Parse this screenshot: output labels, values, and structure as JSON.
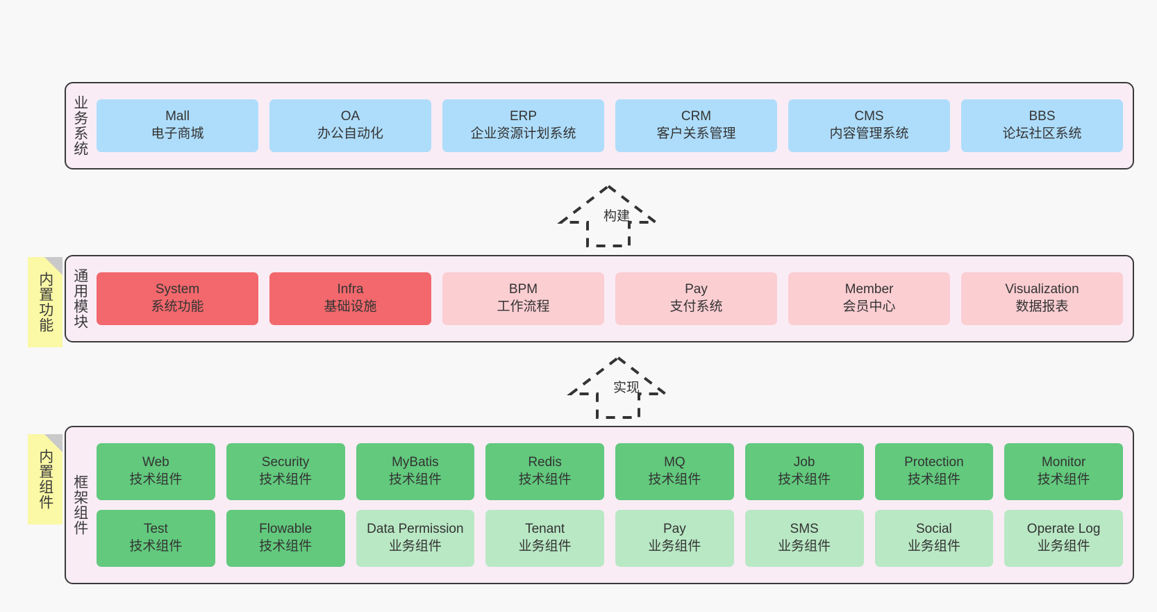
{
  "diagram": {
    "background_color": "#f8f8f8",
    "panel_color": "#f9ecf5",
    "panel_border_color": "#3a3a3a",
    "note_color": "#fbf8a6"
  },
  "layers": [
    {
      "id": "business-system",
      "title": "业务系统",
      "note": null,
      "rows": [
        {
          "cells": [
            {
              "l1": "Mall",
              "l2": "电子商城",
              "color": "#aeddfb",
              "style": "c-blue"
            },
            {
              "l1": "OA",
              "l2": "办公自动化",
              "color": "#aeddfb",
              "style": "c-blue"
            },
            {
              "l1": "ERP",
              "l2": "企业资源计划系统",
              "color": "#aeddfb",
              "style": "c-blue"
            },
            {
              "l1": "CRM",
              "l2": "客户关系管理",
              "color": "#aeddfb",
              "style": "c-blue"
            },
            {
              "l1": "CMS",
              "l2": "内容管理系统",
              "color": "#aeddfb",
              "style": "c-blue"
            },
            {
              "l1": "BBS",
              "l2": "论坛社区系统",
              "color": "#aeddfb",
              "style": "c-blue"
            }
          ]
        }
      ]
    },
    {
      "id": "common-module",
      "title": "通用模块",
      "note": "内置功能",
      "rows": [
        {
          "cells": [
            {
              "l1": "System",
              "l2": "系统功能",
              "color": "#f2686c",
              "style": "c-red"
            },
            {
              "l1": "Infra",
              "l2": "基础设施",
              "color": "#f2686c",
              "style": "c-red"
            },
            {
              "l1": "BPM",
              "l2": "工作流程",
              "color": "#fbced2",
              "style": "c-red-light"
            },
            {
              "l1": "Pay",
              "l2": "支付系统",
              "color": "#fbced2",
              "style": "c-red-light"
            },
            {
              "l1": "Member",
              "l2": "会员中心",
              "color": "#fbced2",
              "style": "c-red-light"
            },
            {
              "l1": "Visualization",
              "l2": "数据报表",
              "color": "#fbced2",
              "style": "c-red-light"
            }
          ]
        }
      ]
    },
    {
      "id": "framework-component",
      "title": "框架组件",
      "note": "内置组件",
      "rows": [
        {
          "cells": [
            {
              "l1": "Web",
              "l2": "技术组件",
              "color": "#62c97d",
              "style": "c-green"
            },
            {
              "l1": "Security",
              "l2": "技术组件",
              "color": "#62c97d",
              "style": "c-green"
            },
            {
              "l1": "MyBatis",
              "l2": "技术组件",
              "color": "#62c97d",
              "style": "c-green"
            },
            {
              "l1": "Redis",
              "l2": "技术组件",
              "color": "#62c97d",
              "style": "c-green"
            },
            {
              "l1": "MQ",
              "l2": "技术组件",
              "color": "#62c97d",
              "style": "c-green"
            },
            {
              "l1": "Job",
              "l2": "技术组件",
              "color": "#62c97d",
              "style": "c-green"
            },
            {
              "l1": "Protection",
              "l2": "技术组件",
              "color": "#62c97d",
              "style": "c-green"
            },
            {
              "l1": "Monitor",
              "l2": "技术组件",
              "color": "#62c97d",
              "style": "c-green"
            }
          ]
        },
        {
          "cells": [
            {
              "l1": "Test",
              "l2": "技术组件",
              "color": "#62c97d",
              "style": "c-green"
            },
            {
              "l1": "Flowable",
              "l2": "技术组件",
              "color": "#62c97d",
              "style": "c-green"
            },
            {
              "l1": "Data Permission",
              "l2": "业务组件",
              "color": "#b9e8c4",
              "style": "c-green-light wrap"
            },
            {
              "l1": "Tenant",
              "l2": "业务组件",
              "color": "#b9e8c4",
              "style": "c-green-light"
            },
            {
              "l1": "Pay",
              "l2": "业务组件",
              "color": "#b9e8c4",
              "style": "c-green-light"
            },
            {
              "l1": "SMS",
              "l2": "业务组件",
              "color": "#b9e8c4",
              "style": "c-green-light"
            },
            {
              "l1": "Social",
              "l2": "业务组件",
              "color": "#b9e8c4",
              "style": "c-green-light"
            },
            {
              "l1": "Operate Log",
              "l2": "业务组件",
              "color": "#b9e8c4",
              "style": "c-green-light"
            }
          ]
        }
      ]
    }
  ],
  "connectors": [
    {
      "id": "build",
      "label": "构建"
    },
    {
      "id": "implement",
      "label": "实现"
    }
  ]
}
